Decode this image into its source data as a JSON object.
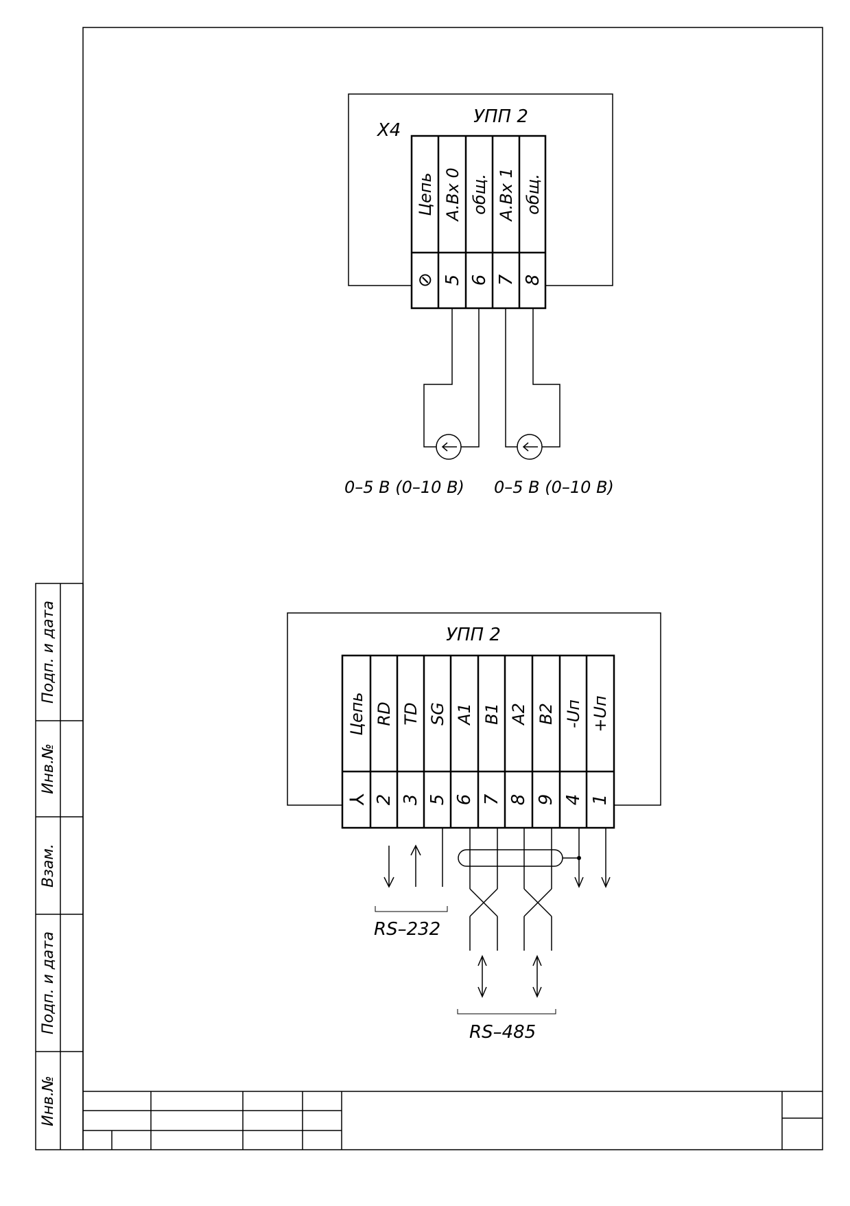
{
  "diagram1": {
    "connector_label": "X4",
    "device_label": "УПП 2",
    "header_row": [
      "Цепь",
      "А.Вх 0",
      "общ.",
      "А.Вх 1",
      "общ."
    ],
    "pins_row": [
      "5",
      "6",
      "7",
      "8"
    ],
    "ground_symbol": "⊘",
    "sensor_labels": [
      "0–5 В (0–10 В)",
      "0–5 В (0–10 В)"
    ]
  },
  "diagram2": {
    "device_label": "УПП 2",
    "header_row": [
      "Цепь",
      "RD",
      "TD",
      "SG",
      "A1",
      "B1",
      "A2",
      "B2",
      "-Uп",
      "+Uп"
    ],
    "pins_row": [
      "2",
      "3",
      "5",
      "6",
      "7",
      "8",
      "9",
      "4",
      "1"
    ],
    "ground_symbol": "⅄",
    "bus_labels": [
      "RS–232",
      "RS–485"
    ]
  },
  "side_strip": [
    "Подп. и дата",
    "Инв.№",
    "Взам.",
    "Подп. и дата",
    "Инв.№"
  ]
}
